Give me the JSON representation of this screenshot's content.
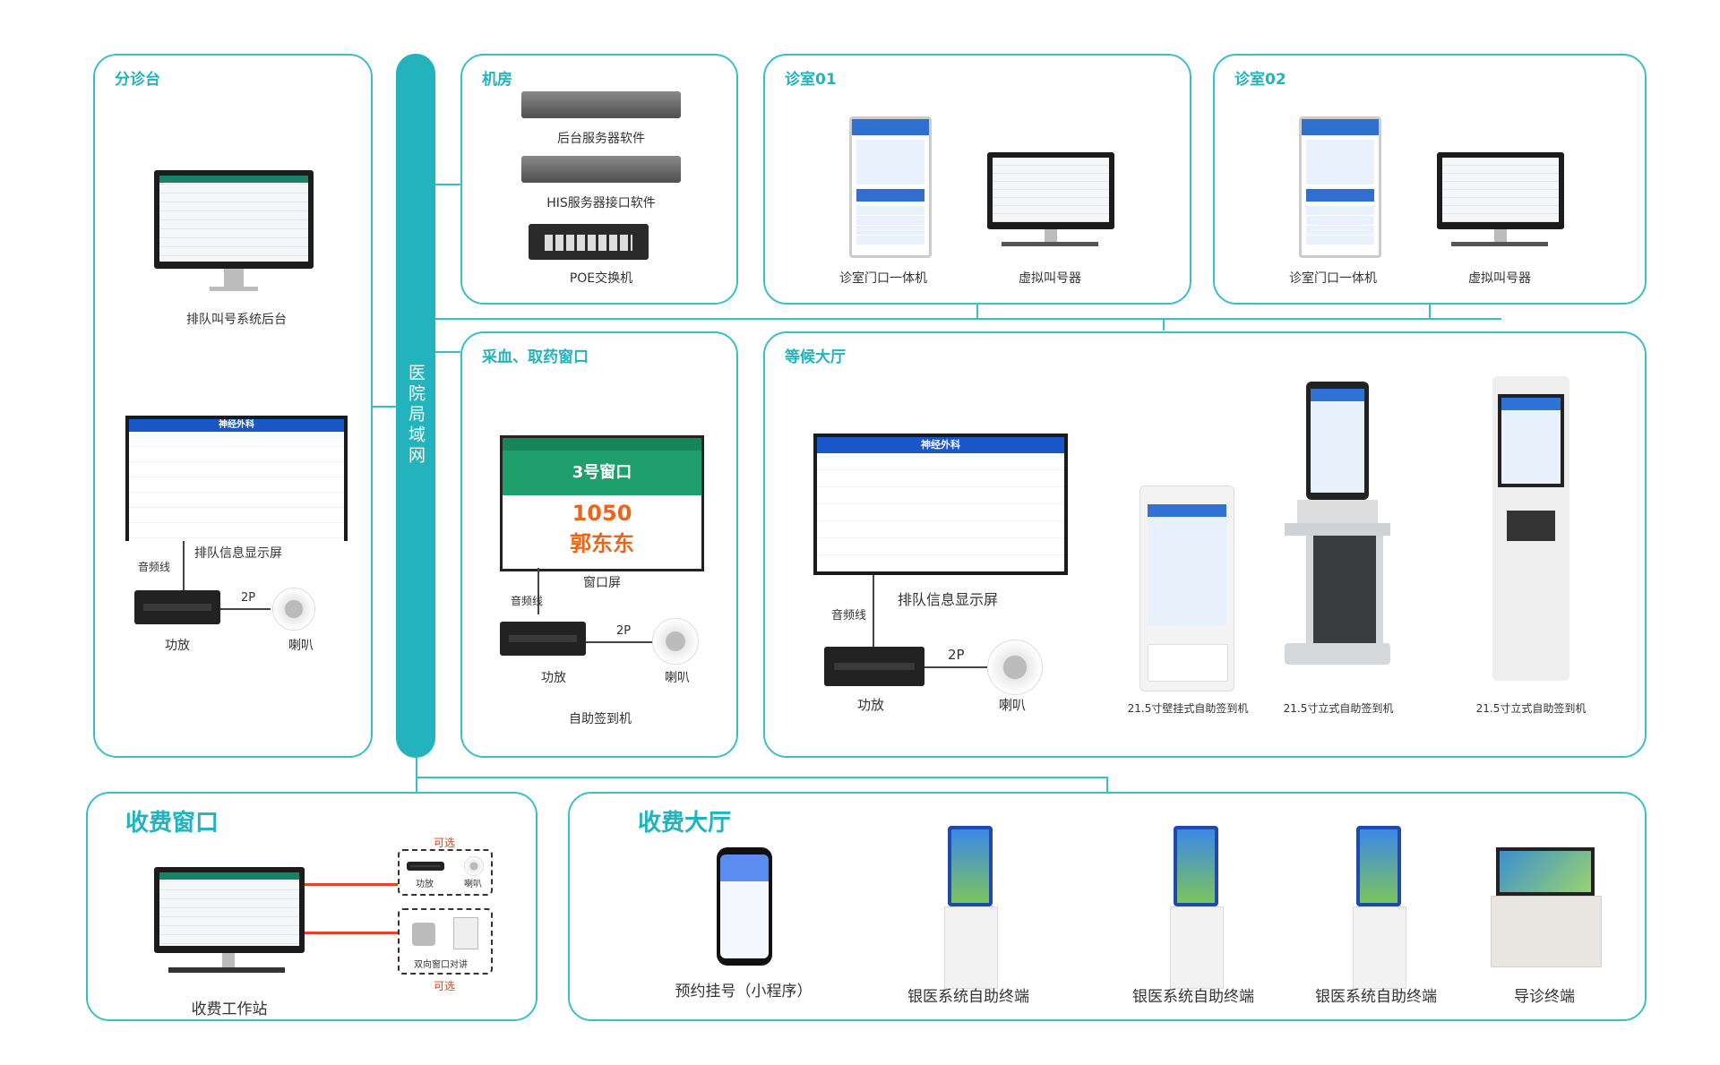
{
  "lan_label": "医院局域网",
  "fenzhen": {
    "title": "分诊台",
    "monitor_label": "排队叫号系统后台",
    "screen_label": "排队信息显示屏",
    "screen_header": "神经外科",
    "audio": "音频线",
    "amp": "功放",
    "speaker": "喇叭",
    "wire": "2P"
  },
  "jifang": {
    "title": "机房",
    "server1": "后台服务器软件",
    "server2": "HIS服务器接口软件",
    "switch": "POE交换机"
  },
  "room1": {
    "title": "诊室01",
    "device1": "诊室门口一体机",
    "device2": "虚拟叫号器"
  },
  "room2": {
    "title": "诊室02",
    "device1": "诊室门口一体机",
    "device2": "虚拟叫号器"
  },
  "caixue": {
    "title": "采血、取药窗口",
    "window_name": "3号窗口",
    "number": "1050",
    "patient": "郭东东",
    "screen_label": "窗口屏",
    "audio": "音频线",
    "wire": "2P",
    "amp": "功放",
    "speaker": "喇叭",
    "bottom": "自助签到机"
  },
  "waiting": {
    "title": "等候大厅",
    "screen_header": "神经外科",
    "screen_label": "排队信息显示屏",
    "audio": "音频线",
    "wire": "2P",
    "amp": "功放",
    "speaker": "喇叭",
    "kiosk1": "21.5寸壁挂式自助签到机",
    "kiosk2": "21.5寸立式自助签到机",
    "kiosk3": "21.5寸立式自助签到机"
  },
  "charge": {
    "title": "收费窗口",
    "workstation": "收费工作站",
    "optional1": "可选",
    "optional2": "可选",
    "amp": "功放",
    "speaker": "喇叭",
    "intercom": "双向窗口对讲"
  },
  "hall": {
    "title": "收费大厅",
    "item1": "预约挂号（小程序）",
    "item2": "银医系统自助终端",
    "item3": "银医系统自助终端",
    "item4": "银医系统自助终端",
    "item5": "导诊终端"
  },
  "colors": {
    "accent": "#22b3bd",
    "border": "#3bbfc6",
    "screen_blue": "#1957c9",
    "window_green": "#1e9f6b",
    "number_orange": "#e8671c",
    "wire_red": "#e0442c"
  }
}
